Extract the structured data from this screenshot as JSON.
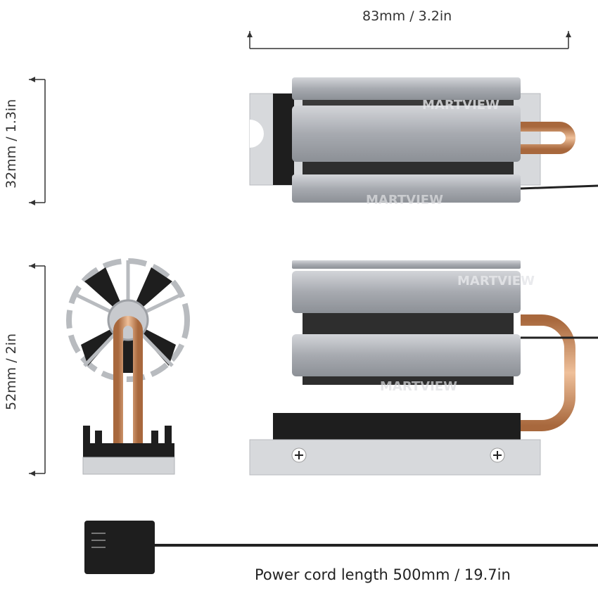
{
  "dimensions": {
    "length": "83mm / 3.2in",
    "width": "32mm / 1.3in",
    "height": "52mm / 2in"
  },
  "cord_label": "Power cord length 500mm / 19.7in",
  "watermark": "MARTVIEW",
  "colors": {
    "aluminum": "#a9acb1",
    "aluminum_light": "#c8cace",
    "copper": "#c98b5c",
    "black": "#1e1e1e",
    "dimension_line": "#333333"
  }
}
